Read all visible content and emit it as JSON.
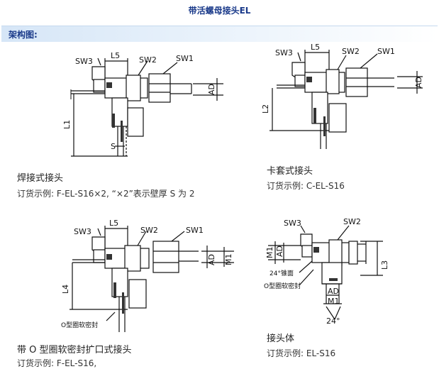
{
  "title": "带活螺母接头EL",
  "section_label": "架构图:",
  "panels": {
    "weld": {
      "labels": {
        "sw3": "SW3",
        "l5": "L5",
        "sw2": "SW2",
        "sw1": "SW1",
        "ad": "AD",
        "l1": "L1",
        "s": "S"
      },
      "caption": "焊接式接头",
      "order": "订货示例: F-EL-S16×2, “×2”表示壁厚 S 为 2"
    },
    "ferrule": {
      "labels": {
        "sw3": "SW3",
        "l5": "L5",
        "sw2": "SW2",
        "sw1": "SW1",
        "ad": "AD",
        "l2": "L2"
      },
      "caption": "卡套式接头",
      "order": "订货示例: C-EL-S16"
    },
    "oring": {
      "labels": {
        "sw3": "SW3",
        "l5": "L5",
        "sw2": "SW2",
        "sw1": "SW1",
        "ad": "AD",
        "m1": "M1",
        "l4": "L4",
        "seal": "O型圈软密封"
      },
      "caption": "带 O 型圈软密封扩口式接头",
      "order": "订货示例: F-EL-S16,"
    },
    "body": {
      "labels": {
        "sw3": "SW3",
        "sw2": "SW2",
        "m1": "M1",
        "ad": "AD",
        "l3": "L3",
        "cone": "24°锥面",
        "seal": "O型圈软密封",
        "ad2": "AD",
        "m1b": "M1",
        "angle": "24°"
      },
      "caption": "接头体",
      "order": "订货示例: EL-S16"
    }
  }
}
